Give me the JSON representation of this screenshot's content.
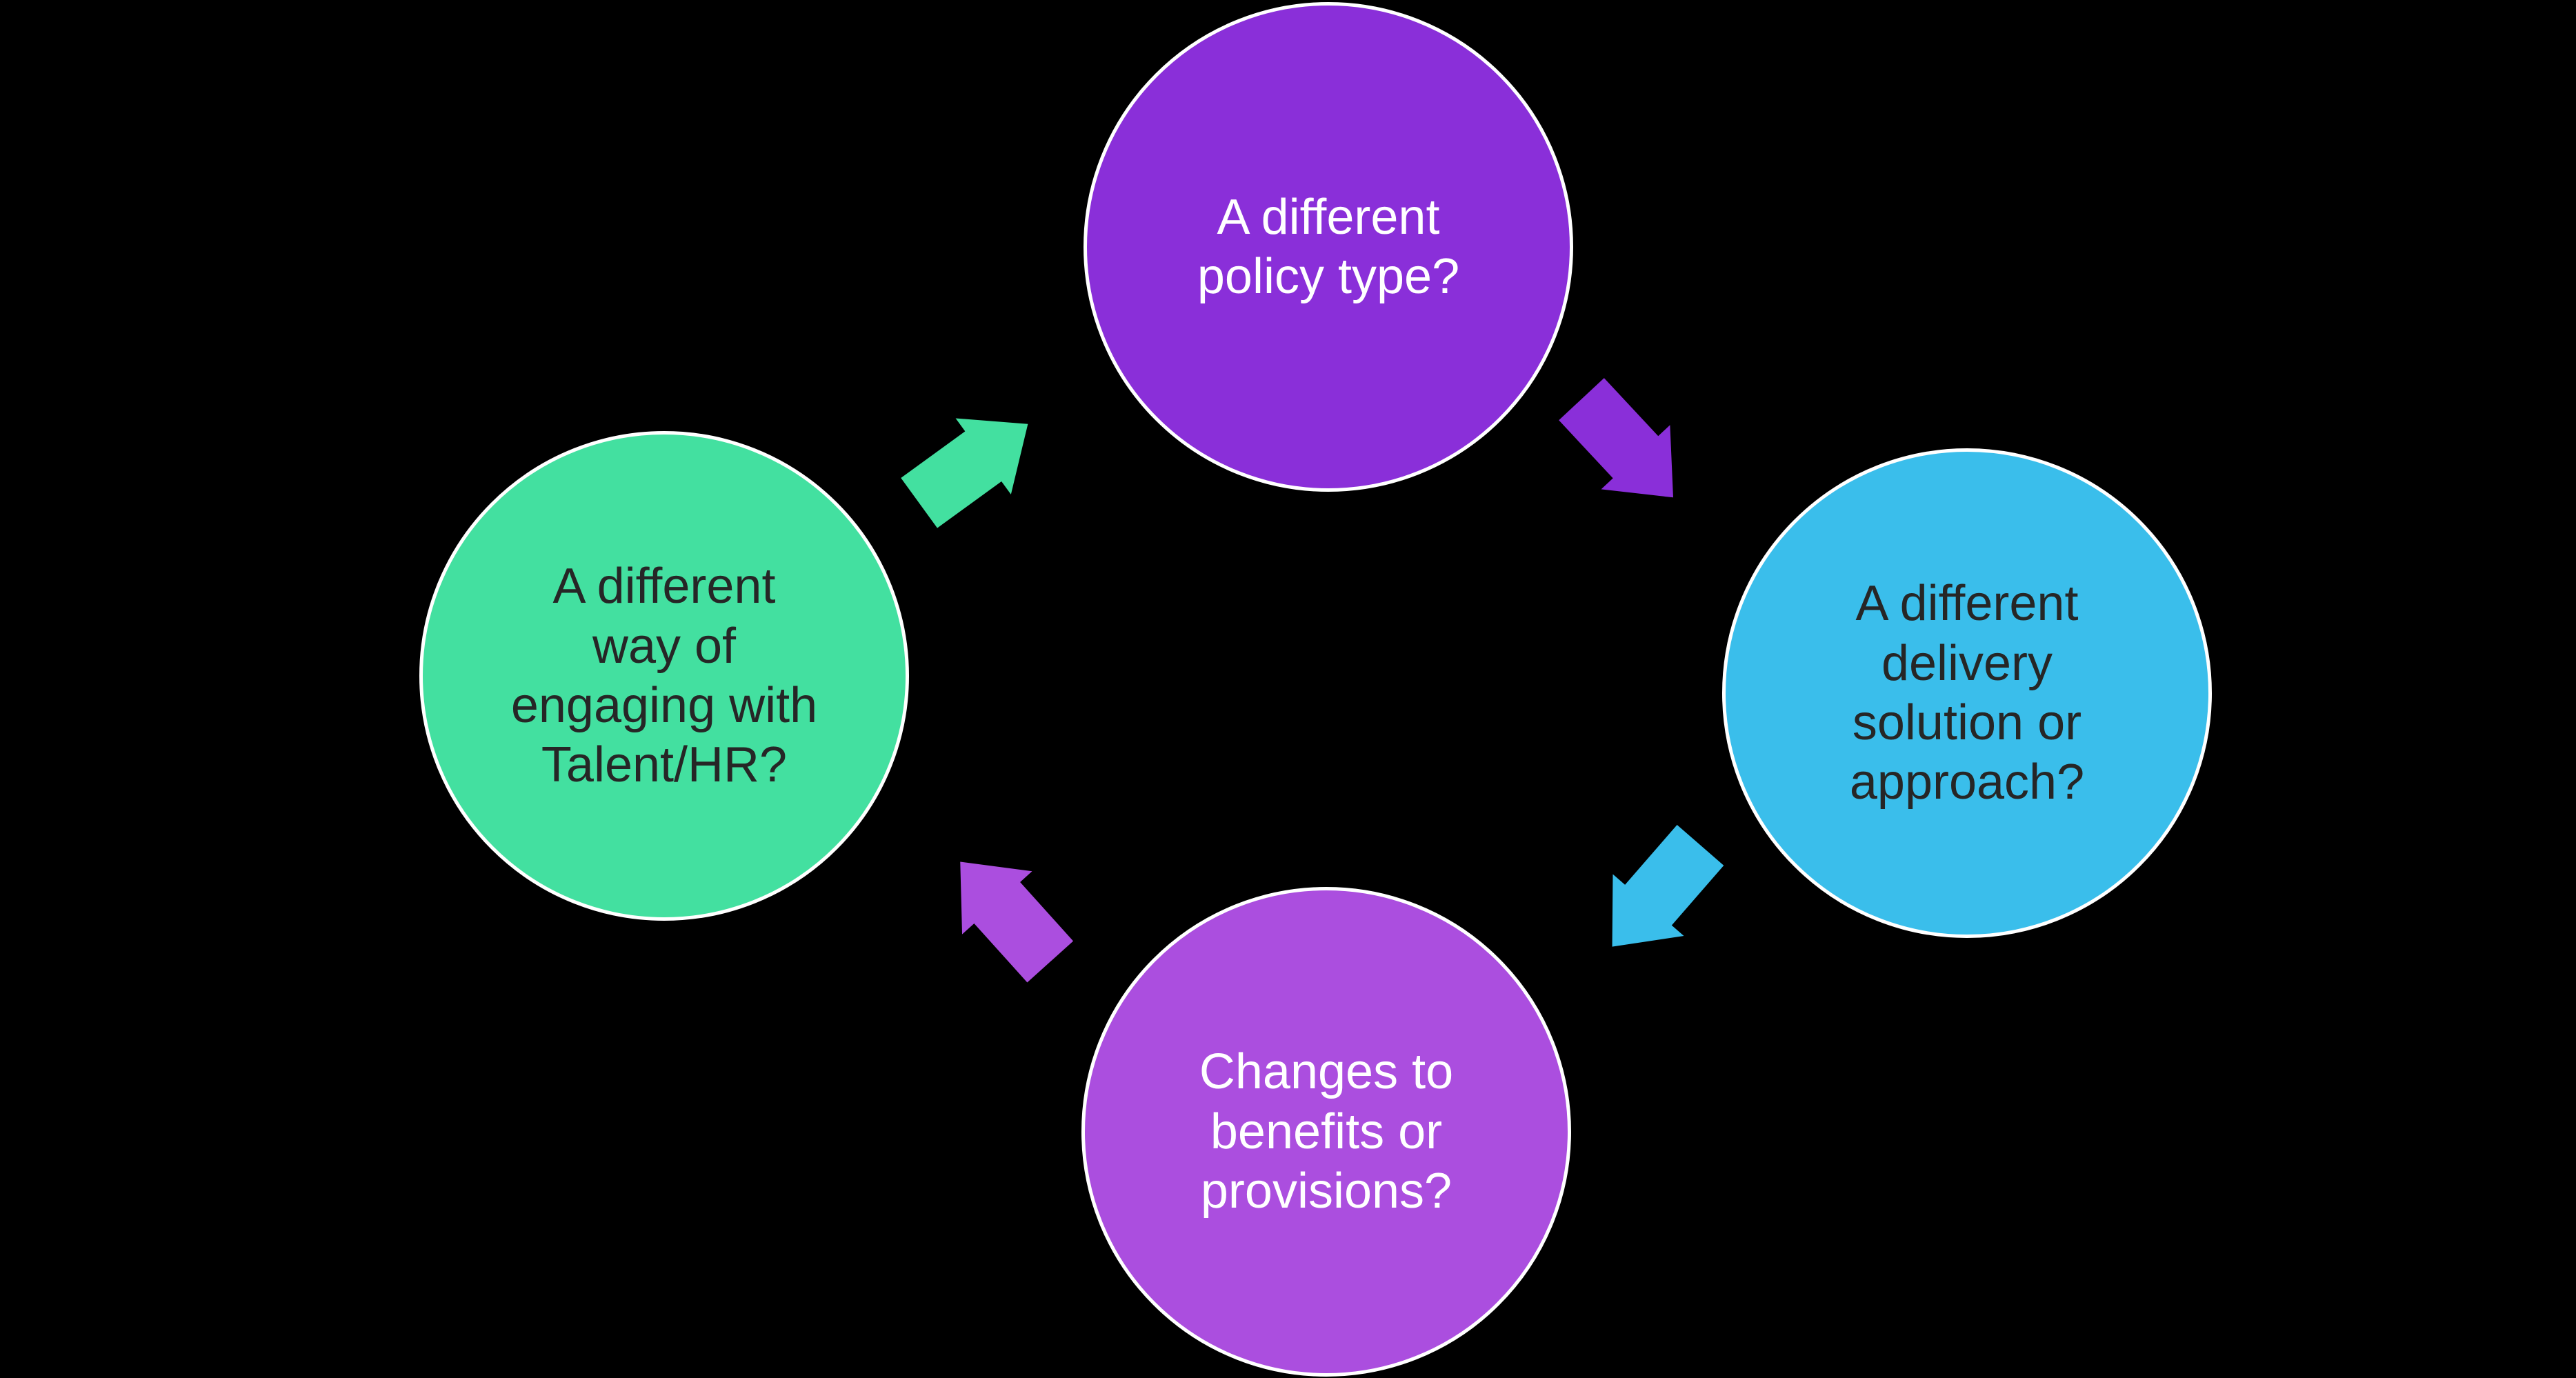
{
  "canvas": {
    "background": "#000000"
  },
  "diagram": {
    "type": "cycle-diagram",
    "nodes": [
      {
        "id": "policy-type",
        "label": "A different policy type?",
        "lines": [
          "A different",
          "policy type?"
        ],
        "fill": "#8A2FD9",
        "text_color": "#FFFFFF",
        "outline": "#FFFFFF",
        "position": "top"
      },
      {
        "id": "delivery-solution",
        "label": "A different delivery solution or approach?",
        "lines": [
          "A different",
          "delivery",
          "solution or",
          "approach?"
        ],
        "fill": "#3ABEEB",
        "text_color": "#262626",
        "outline": "#FFFFFF",
        "position": "right"
      },
      {
        "id": "benefits-provisions",
        "label": "Changes to benefits or provisions?",
        "lines": [
          "Changes to",
          "benefits or",
          "provisions?"
        ],
        "fill": "#AB4EDF",
        "text_color": "#FFFFFF",
        "outline": "#FFFFFF",
        "position": "bottom"
      },
      {
        "id": "engaging-talent-hr",
        "label": "A different way of engaging with Talent/HR?",
        "lines": [
          "A different",
          "way of",
          "engaging with",
          "Talent/HR?"
        ],
        "fill": "#43E0A0",
        "text_color": "#262626",
        "outline": "#FFFFFF",
        "position": "left"
      }
    ],
    "arrows": [
      {
        "id": "green-arrow",
        "from": "engaging-talent-hr",
        "to": "policy-type",
        "color": "#43E0A0",
        "direction": "up-right"
      },
      {
        "id": "violet-arrow",
        "from": "policy-type",
        "to": "delivery-solution",
        "color": "#8A2FD9",
        "direction": "down-right"
      },
      {
        "id": "blue-arrow",
        "from": "delivery-solution",
        "to": "benefits-provisions",
        "color": "#3ABEEB",
        "direction": "down-left"
      },
      {
        "id": "orchid-arrow",
        "from": "benefits-provisions",
        "to": "engaging-talent-hr",
        "color": "#AB4EDF",
        "direction": "up-left"
      }
    ]
  }
}
